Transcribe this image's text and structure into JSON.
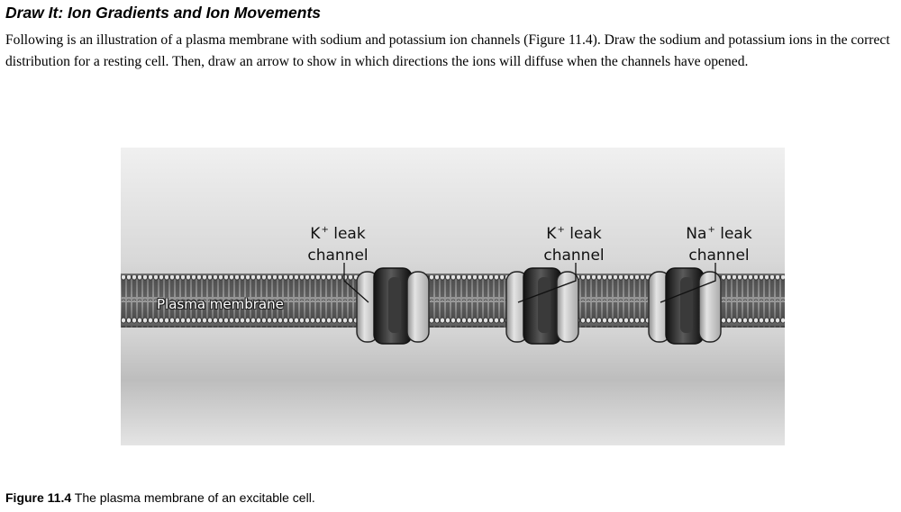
{
  "heading": "Draw It: Ion Gradients and Ion Movements",
  "instructions": "Following is an illustration of a plasma membrane with sodium and potassium ion channels (Figure 11.4). Draw the sodium and potassium ions in the correct distribution for a resting cell. Then, draw an arrow to show in which directions the ions will diffuse when the channels have opened.",
  "figure": {
    "membrane_label": "Plasma membrane",
    "channels": [
      {
        "ion": "K",
        "charge": "+",
        "line1_suffix": " leak",
        "line2": "channel"
      },
      {
        "ion": "K",
        "charge": "+",
        "line1_suffix": " leak",
        "line2": "channel"
      },
      {
        "ion": "Na",
        "charge": "+",
        "line1_suffix": " leak",
        "line2": "channel"
      }
    ]
  },
  "caption": {
    "number": "Figure 11.4",
    "text": " The plasma membrane of an excitable cell."
  },
  "colors": {
    "background_light": "#eeeeee",
    "background_dark": "#b9b9b9",
    "membrane_dark": "#3a3a3a",
    "lipid_head": "#d8d8d8",
    "channel_light": "#cfcfcf",
    "channel_dark": "#1e1e1e"
  }
}
